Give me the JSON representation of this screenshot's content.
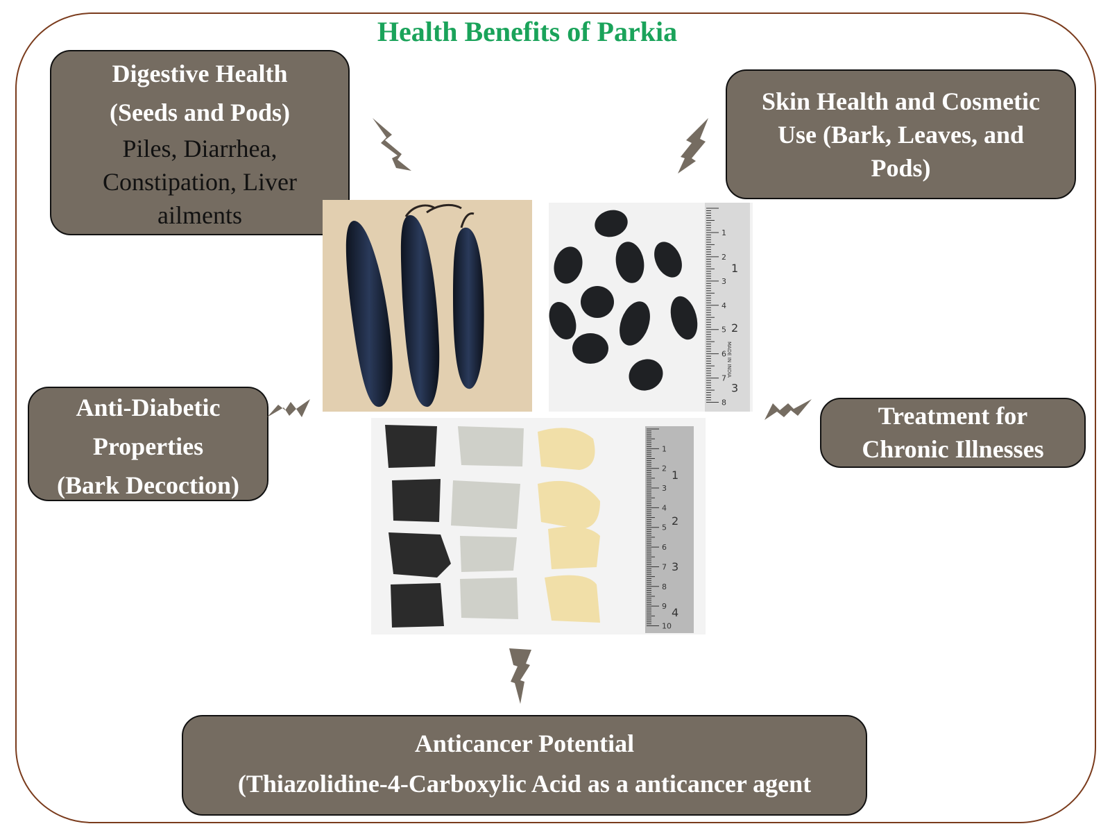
{
  "title": "Health Benefits of Parkia",
  "boxes": {
    "digestive": {
      "heading_line1": "Digestive Health",
      "heading_line2": "(Seeds and Pods)",
      "text_line1": "Piles, Diarrhea,",
      "text_line2": "Constipation, Liver",
      "text_line3": "ailments"
    },
    "skin": {
      "line1": "Skin Health and Cosmetic",
      "line2": "Use (Bark, Leaves, and",
      "line3": "Pods)"
    },
    "diabetic": {
      "line1": "Anti-Diabetic",
      "line2": "Properties",
      "line3": "(Bark Decoction)"
    },
    "treatment": {
      "line1": "Treatment for",
      "line2": "Chronic Illnesses"
    },
    "anticancer": {
      "line1": "Anticancer Potential",
      "line2": "(Thiazolidine-4-Carboxylic Acid as a anticancer agent"
    }
  },
  "ruler_seeds": {
    "cm_marks": [
      "1",
      "2",
      "3",
      "4",
      "5",
      "6",
      "7",
      "8"
    ],
    "inch_marks": [
      "1",
      "2",
      "3"
    ],
    "maker_text": "MADE IN INDIA"
  },
  "ruler_bark": {
    "cm_marks": [
      "1",
      "2",
      "3",
      "4",
      "5",
      "6",
      "7",
      "8",
      "9",
      "10"
    ],
    "inch_marks": [
      "1",
      "2",
      "3",
      "4"
    ]
  },
  "colors": {
    "title": "#1aa35a",
    "box_fill": "#756c61",
    "frame_border": "#7a3b1c",
    "arrow": "#756c61"
  }
}
